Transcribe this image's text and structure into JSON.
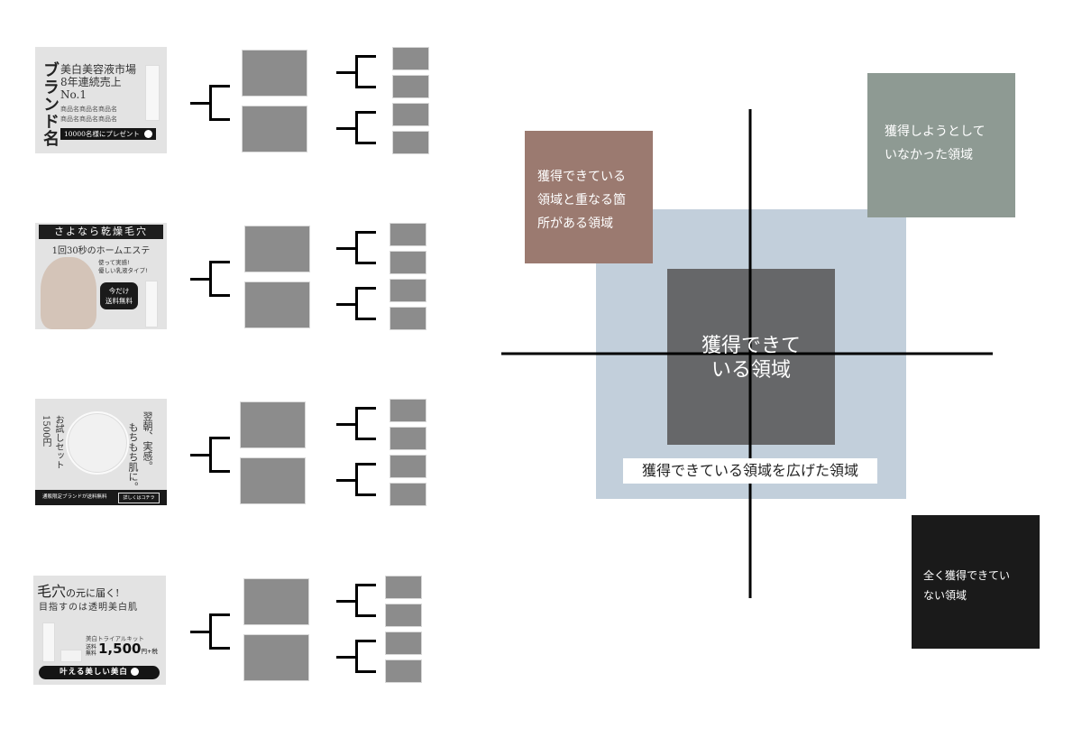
{
  "banners": [
    {
      "brand": "ブランド名",
      "lines": [
        "美白美容液市場",
        "8年連続売上",
        "No.1"
      ],
      "product_lines": [
        "商品名商品名商品名",
        "商品名商品名商品名"
      ],
      "cta": "10000名様にプレゼント"
    },
    {
      "top": "さよなら乾燥毛穴",
      "sub": "1回30秒のホームエステ",
      "handwritten": [
        "使って実感!",
        "優しい乳液タイプ!"
      ],
      "bubble": [
        "今だけ",
        "送料無料"
      ]
    },
    {
      "vertical_main": [
        "翌朝、実感。",
        "もちもち肌に。"
      ],
      "vertical_offer": [
        "お試しセット",
        "1500円"
      ],
      "footer": "通販限定ブランドが送料無料",
      "more_button": "詳しくはコチラ"
    },
    {
      "headline_big": "毛穴",
      "headline_rest": "の元に届く!",
      "subheadline": "目指すのは透明美白肌",
      "kit": "美白トライアルキット",
      "free": "送料無料",
      "price": "1,500",
      "tax": "円+税",
      "button": "叶える美しい美白"
    }
  ],
  "tree": {
    "rows": 4,
    "level1_boxes_per_row": 2,
    "level2_boxes_per_row": 4
  },
  "diagram": {
    "center_region": "獲得できている領域",
    "expanded_region": "獲得できている領域を広げた領域",
    "overlap_region": "獲得できている領域と重なる箇所がある領域",
    "overlap_region_lines": [
      "獲得できている",
      "領域と重なる箇",
      "所がある領域"
    ],
    "not_targeted_region_lines": [
      "獲得しようとして",
      "いなかった領域"
    ],
    "not_acquired_region_lines": [
      "全く獲得できてい",
      "ない領域"
    ],
    "center_region_lines": [
      "獲得できて",
      "いる領域"
    ],
    "colors": {
      "expanded": "#c2cfdb",
      "center": "#666769",
      "overlap": "#9b7a70",
      "not_targeted": "#8e9a93",
      "not_acquired": "#1a1a1a"
    }
  }
}
